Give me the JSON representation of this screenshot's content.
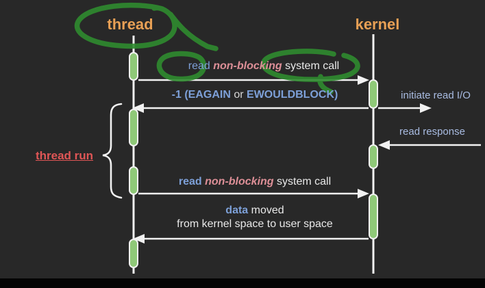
{
  "actors": {
    "thread": {
      "label": "thread"
    },
    "kernel": {
      "label": "kernel"
    }
  },
  "messages": {
    "call1": {
      "keyword": "read ",
      "modifier": "non-blocking ",
      "rest": "system call"
    },
    "return1": {
      "prefix": "-1 (",
      "err1": "EAGAIN",
      "conj": " or ",
      "err2": "EWOULDBLOCK",
      "suffix": ")"
    },
    "initiate_read": {
      "label": "initiate read I/O"
    },
    "read_response": {
      "label": "read response"
    },
    "call2": {
      "keyword": "read ",
      "modifier": "non-blocking ",
      "rest": "system call"
    },
    "data_return": {
      "keyword": "data ",
      "rest": "moved",
      "line2": "from kernel space to user space"
    }
  },
  "annotations": {
    "thread_run": {
      "label": "thread run"
    }
  },
  "colors": {
    "background": "#282828",
    "footer": "#040404",
    "line": "#f2f2f2",
    "activation_fill": "#8fc978",
    "actor": "#e8a055",
    "keyword_blue": "#7da0d8",
    "modifier_pink": "#dd8f97",
    "plain_text": "#e9e9e9",
    "side_label": "#a9bce2",
    "thread_run": "#e05656",
    "annotation_green": "#2f8b2f"
  }
}
